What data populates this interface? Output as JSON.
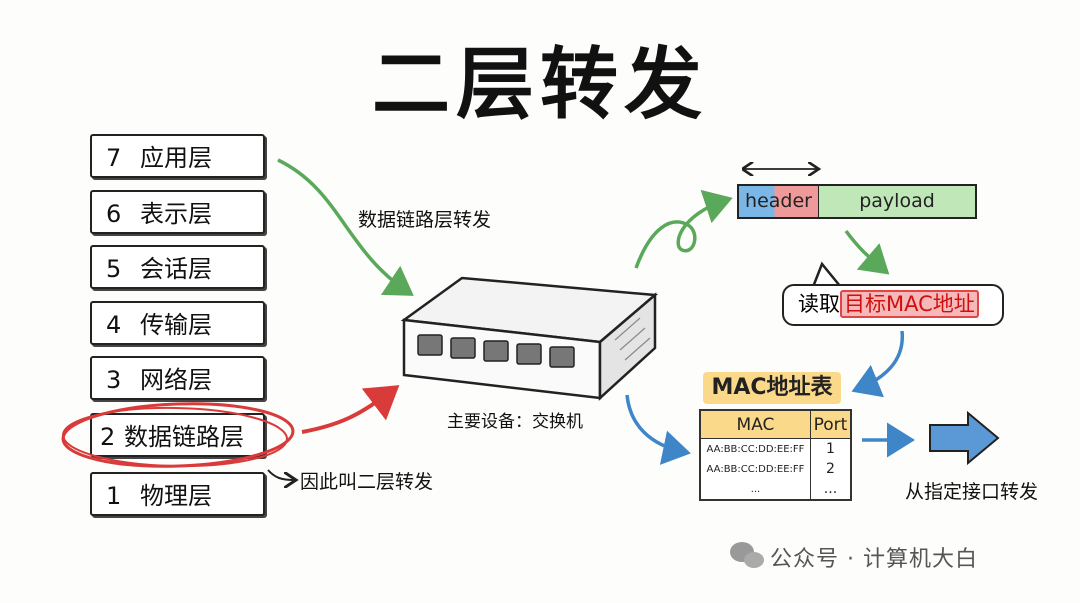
{
  "title": "二层转发",
  "layers": [
    {
      "num": "7",
      "name": "应用层"
    },
    {
      "num": "6",
      "name": "表示层"
    },
    {
      "num": "5",
      "name": "会话层"
    },
    {
      "num": "4",
      "name": "传输层"
    },
    {
      "num": "3",
      "name": "网络层"
    },
    {
      "num": "2",
      "name": "数据链路层"
    },
    {
      "num": "1",
      "name": "物理层"
    }
  ],
  "labels": {
    "dl_forward": "数据链路层转发",
    "device": "主要设备：交换机",
    "so_called": "因此叫二层转发",
    "read_prefix": "读取",
    "read_highlight": "目标MAC地址",
    "forward_port": "从指定接口转发"
  },
  "packet": {
    "header": "header",
    "payload": "payload"
  },
  "mac_table": {
    "title": "MAC地址表",
    "columns": [
      "MAC",
      "Port"
    ],
    "rows": [
      {
        "mac": "AA:BB:CC:DD:EE:FF",
        "port": "1"
      },
      {
        "mac": "AA:BB:CC:DD:EE:FF",
        "port": "2"
      },
      {
        "mac": "...",
        "port": "..."
      }
    ]
  },
  "watermark": "公众号 · 计算机大白",
  "colors": {
    "green_arrow": "#5aa85a",
    "red_arrow": "#d93a3a",
    "blue_arrow": "#3f86c8",
    "table_header": "#fbd98a"
  }
}
